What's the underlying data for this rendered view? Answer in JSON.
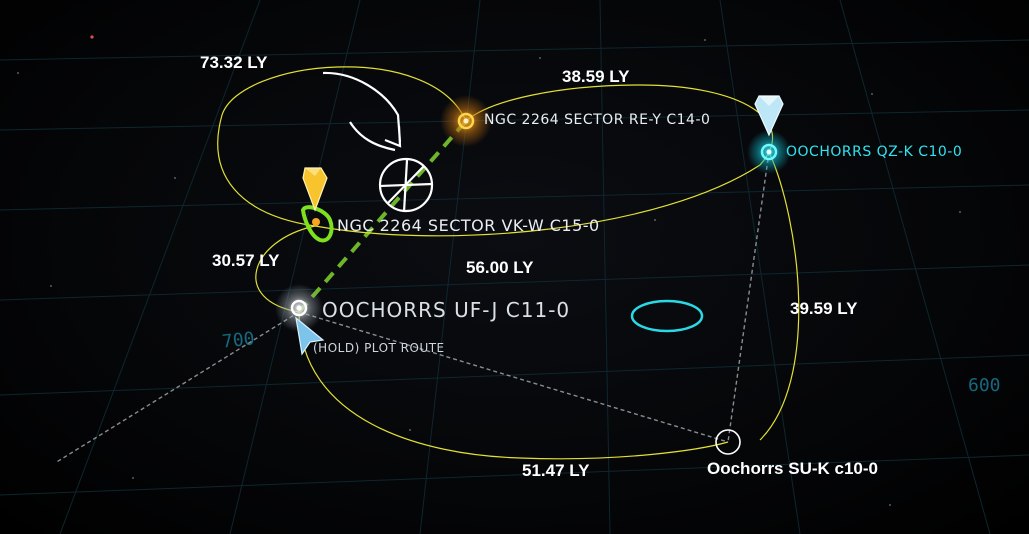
{
  "colors": {
    "background": "#000000",
    "grid": "#0f2a33",
    "route_ring": "#e3e033",
    "plotted_route": "#6fb52a",
    "current_system": "#f5a623",
    "selected_system": "#31e3f0",
    "selection_highlight": "#7ee01f"
  },
  "systems": {
    "re_y": {
      "name": "NGC 2264 SECTOR RE-Y C14-0",
      "icon": "orange-star-icon"
    },
    "vk_w": {
      "name": "NGC 2264 SECTOR VK-W C15-0",
      "icon": "yellow-star-icon"
    },
    "qz_k": {
      "name": "OOCHORRS QZ-K C10-0",
      "icon": "cyan-star-icon"
    },
    "uf_j": {
      "name": "OOCHORRS UF-J C11-0",
      "icon": "white-star-icon"
    },
    "su_k": {
      "name": "Oochorrs SU-K c10-0",
      "icon": "hollow-circle-icon"
    }
  },
  "distances": {
    "d1": "73.32 LY",
    "d2": "38.59 LY",
    "d3": "30.57 LY",
    "d4": "56.00 LY",
    "d5": "39.59 LY",
    "d6": "51.47 LY"
  },
  "prompt": {
    "plot_route": "(HOLD) PLOT ROUTE"
  },
  "grid_numbers": {
    "left": "700",
    "right": "600"
  },
  "icons": {
    "current_location_marker": "yellow-diamond-marker-icon",
    "target_marker": "light-blue-diamond-marker-icon",
    "cursor": "blue-cursor-arrow-icon",
    "annotation_arrow": "hand-drawn-arrow-icon",
    "annotation_crosshair": "hand-drawn-crosshair-icon",
    "ring": "cyan-ellipse-ring-icon"
  }
}
